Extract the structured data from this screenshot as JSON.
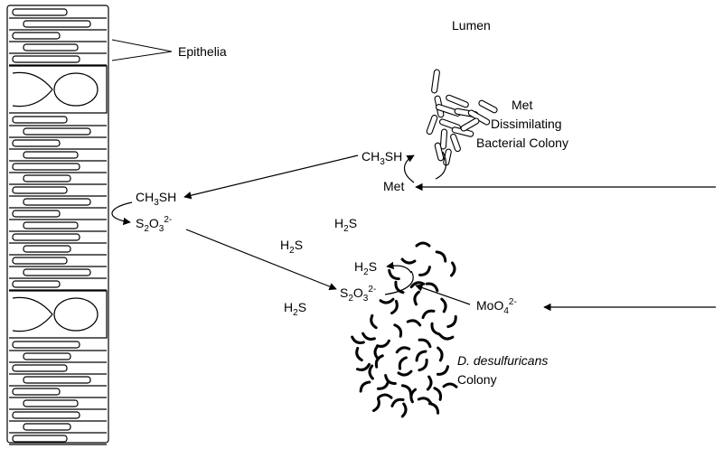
{
  "labels": {
    "lumen": "Lumen",
    "epithelia": "Epithelia",
    "met_colony": [
      "Met",
      "Dissimilating",
      "Bacterial Colony"
    ],
    "dd_colony_species": "D. desulfuricans",
    "dd_colony_word": "Colony"
  },
  "chemicals": {
    "ch3sh_colony": {
      "a": "CH",
      "sub": "3",
      "b": "SH"
    },
    "met": "Met",
    "ch3sh_epithelia": {
      "a": "CH",
      "sub": "3",
      "b": "SH"
    },
    "thiosulfate_epithelia": {
      "a": "S",
      "sub1": "2",
      "b": "O",
      "sub2": "3",
      "sup": "2-"
    },
    "h2s_1": {
      "a": "H",
      "sub": "2",
      "b": "S"
    },
    "h2s_2": {
      "a": "H",
      "sub": "2",
      "b": "S"
    },
    "h2s_3": {
      "a": "H",
      "sub": "2",
      "b": "S"
    },
    "h2s_4": {
      "a": "H",
      "sub": "2",
      "b": "S"
    },
    "thiosulfate_colony": {
      "a": "S",
      "sub1": "2",
      "b": "O",
      "sub2": "3",
      "sup": "2-"
    },
    "molybdate": {
      "a": "MoO",
      "sub": "4",
      "sup": "2-"
    }
  },
  "colors": {
    "ink": "#000000",
    "background": "#ffffff"
  }
}
